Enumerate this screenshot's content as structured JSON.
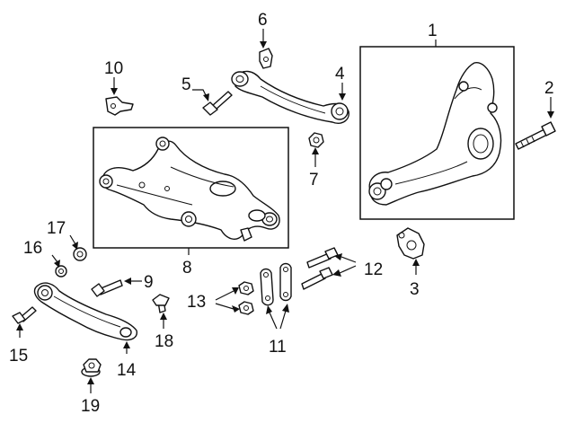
{
  "callouts": [
    {
      "id": "1",
      "text": "1",
      "part": "Knuckle"
    },
    {
      "id": "2",
      "text": "2",
      "part": "Knuckle bolt"
    },
    {
      "id": "3",
      "text": "3",
      "part": "Bracket"
    },
    {
      "id": "4",
      "text": "4",
      "part": "Upper control arm"
    },
    {
      "id": "5",
      "text": "5",
      "part": "Arm bolt"
    },
    {
      "id": "6",
      "text": "6",
      "part": "Clip"
    },
    {
      "id": "7",
      "text": "7",
      "part": "Nut"
    },
    {
      "id": "8",
      "text": "8",
      "part": "Crossmember"
    },
    {
      "id": "9",
      "text": "9",
      "part": "Bolt"
    },
    {
      "id": "10",
      "text": "10",
      "part": "Clip"
    },
    {
      "id": "11",
      "text": "11",
      "part": "Brackets"
    },
    {
      "id": "12",
      "text": "12",
      "part": "Bolts"
    },
    {
      "id": "13",
      "text": "13",
      "part": "Nuts"
    },
    {
      "id": "14",
      "text": "14",
      "part": "Lower control arm"
    },
    {
      "id": "15",
      "text": "15",
      "part": "Bolt"
    },
    {
      "id": "16",
      "text": "16",
      "part": "Washer"
    },
    {
      "id": "17",
      "text": "17",
      "part": "Nut"
    },
    {
      "id": "18",
      "text": "18",
      "part": "Bolt"
    },
    {
      "id": "19",
      "text": "19",
      "part": "Nut"
    }
  ]
}
